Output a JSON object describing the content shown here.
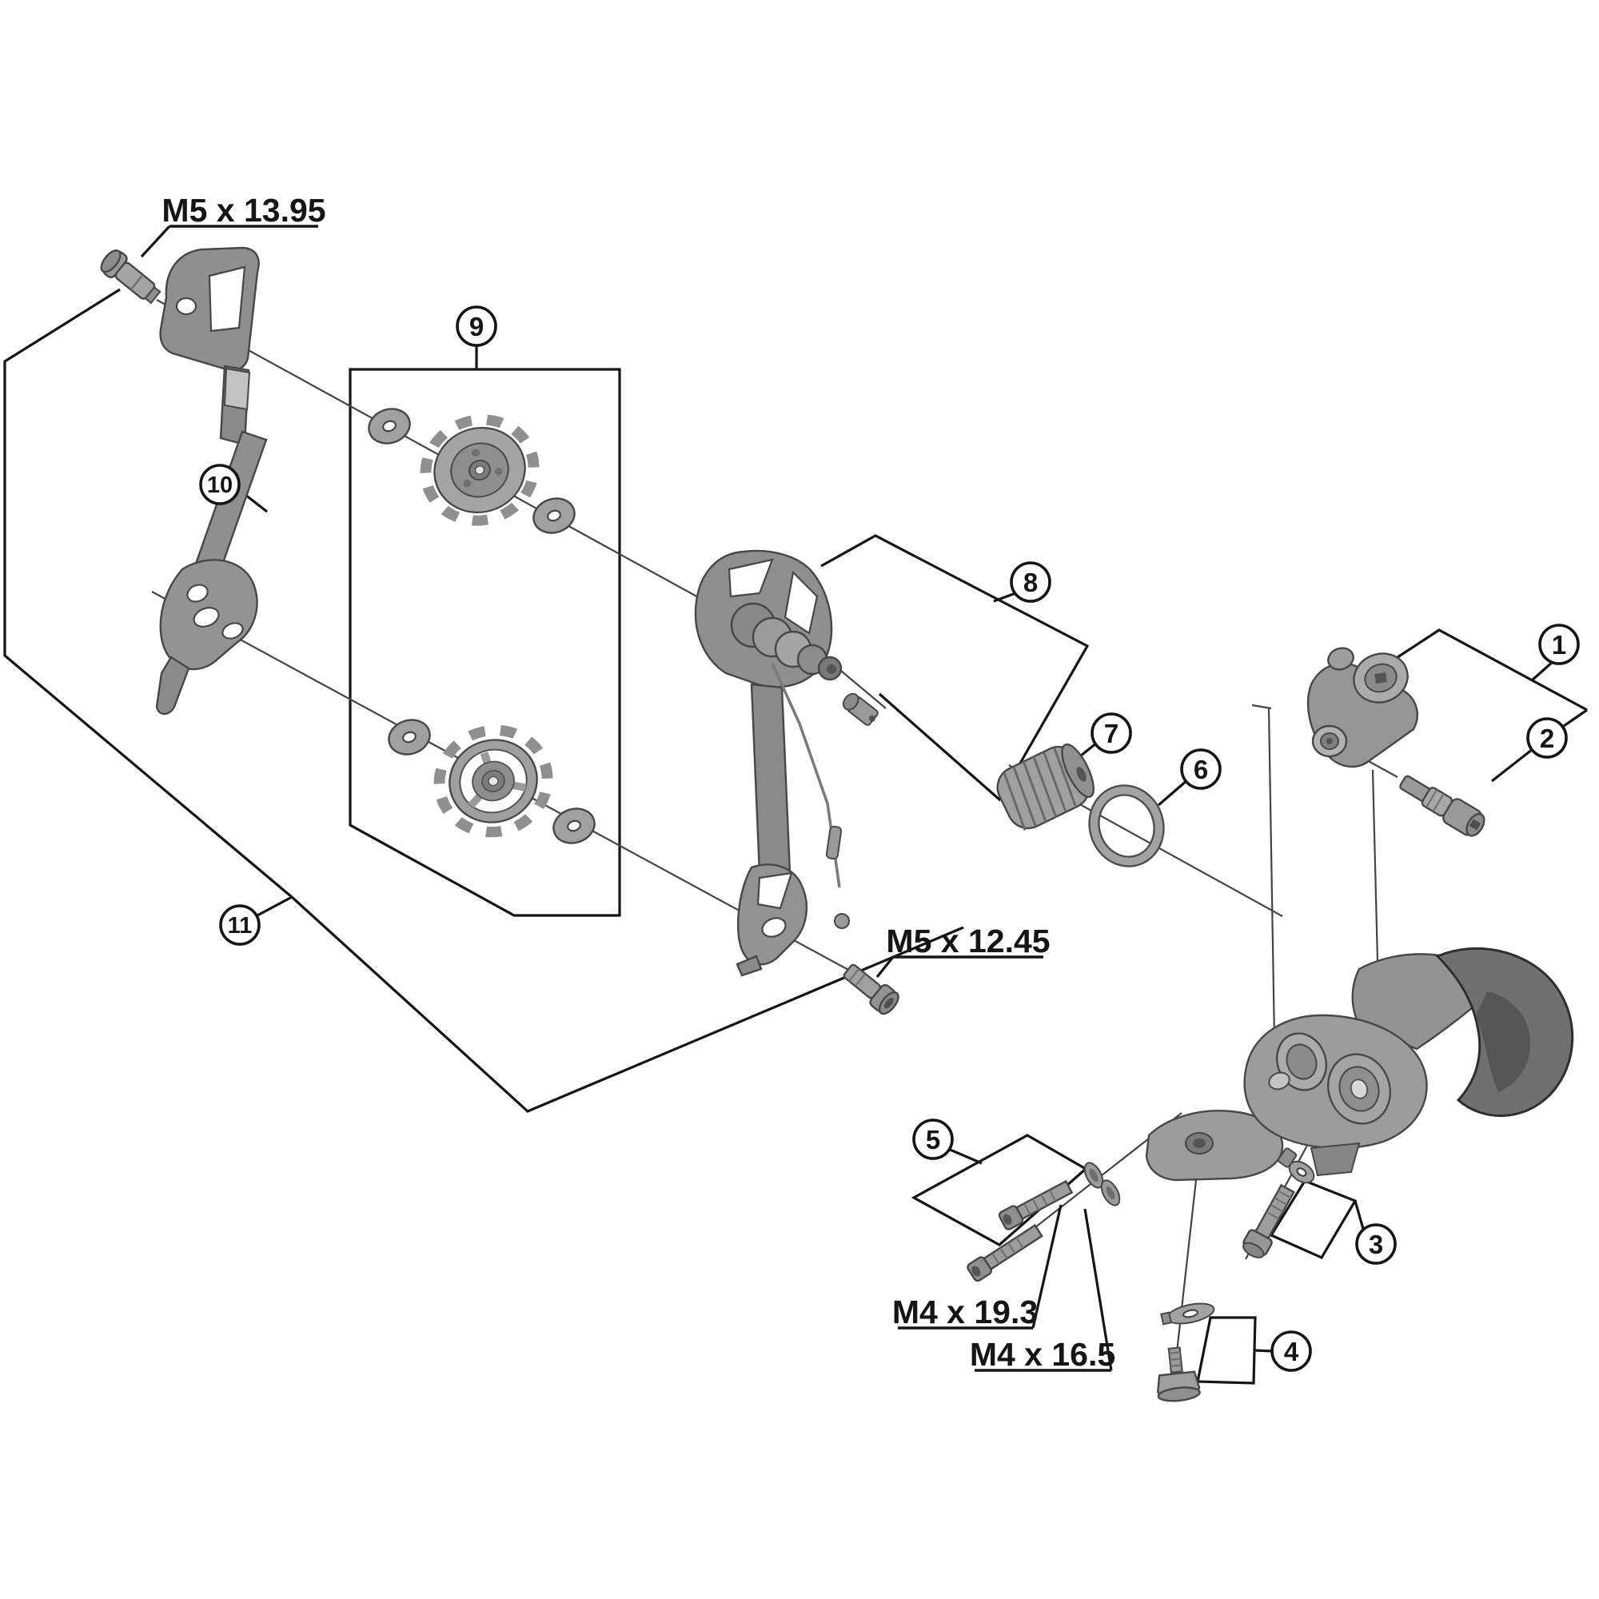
{
  "diagram": {
    "background": "#ffffff",
    "ink_color": "#151515",
    "metal_color": "#9a9a9a",
    "metal_dark": "#6e6e6e",
    "callouts": [
      {
        "label": "1"
      },
      {
        "label": "2"
      },
      {
        "label": "3"
      },
      {
        "label": "4"
      },
      {
        "label": "5"
      },
      {
        "label": "6"
      },
      {
        "label": "7"
      },
      {
        "label": "8"
      },
      {
        "label": "9"
      },
      {
        "label": "10"
      },
      {
        "label": "11"
      }
    ],
    "dimension_labels": [
      {
        "text": "M5 x 13.95"
      },
      {
        "text": "M5 x 12.45"
      },
      {
        "text": "M4 x 19.3"
      },
      {
        "text": "M4 x 16.5"
      }
    ]
  }
}
